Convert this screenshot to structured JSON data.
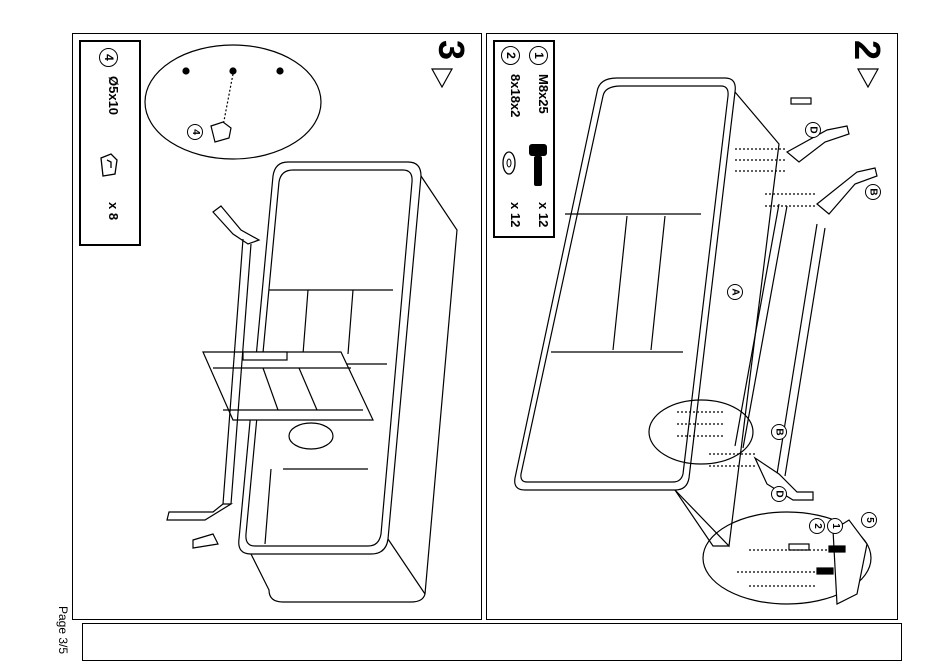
{
  "page": {
    "label": "Page 3/5"
  },
  "step3": {
    "number": "3",
    "parts": [
      {
        "id": "4",
        "size": "Ø5x10",
        "qty": "x 8",
        "icon": "plastic-wedge-icon"
      }
    ],
    "callout": "4"
  },
  "step2": {
    "number": "2",
    "parts": [
      {
        "id": "1",
        "size": "M8x25",
        "qty": "x 12",
        "icon": "bolt-icon"
      },
      {
        "id": "2",
        "size": "8x18x2",
        "qty": "x 12",
        "icon": "washer-icon"
      }
    ],
    "labels": {
      "panel_a": "A",
      "bracket_b": "B",
      "bracket_d": "D"
    },
    "detail_callouts": [
      "1",
      "2",
      "5"
    ]
  }
}
